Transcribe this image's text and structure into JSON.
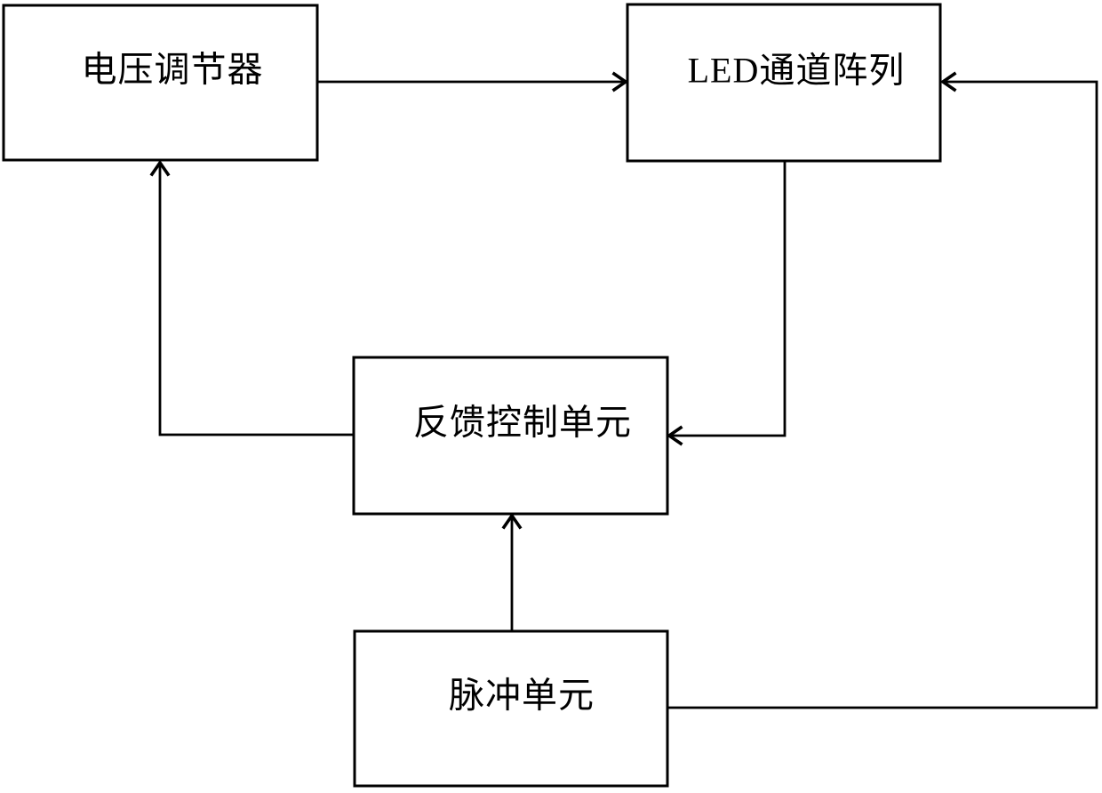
{
  "diagram": {
    "title": "LED drive feedback control block diagram",
    "colors": {
      "line": "#000000",
      "text": "#000000",
      "background": "#ffffff"
    },
    "nodes": [
      {
        "id": "voltage-regulator",
        "label": "电压调节器"
      },
      {
        "id": "led-channel-array",
        "label": "LED通道阵列"
      },
      {
        "id": "feedback-control-unit",
        "label": "反馈控制单元"
      },
      {
        "id": "pulse-unit",
        "label": "脉冲单元"
      }
    ],
    "edges": [
      {
        "id": "voltage-to-led",
        "from": "voltage-regulator",
        "to": "led-channel-array"
      },
      {
        "id": "led-to-feedback",
        "from": "led-channel-array",
        "to": "feedback-control-unit"
      },
      {
        "id": "feedback-to-voltage",
        "from": "feedback-control-unit",
        "to": "voltage-regulator"
      },
      {
        "id": "pulse-to-feedback",
        "from": "pulse-unit",
        "to": "feedback-control-unit"
      },
      {
        "id": "pulse-to-led",
        "from": "pulse-unit",
        "to": "led-channel-array"
      }
    ]
  }
}
